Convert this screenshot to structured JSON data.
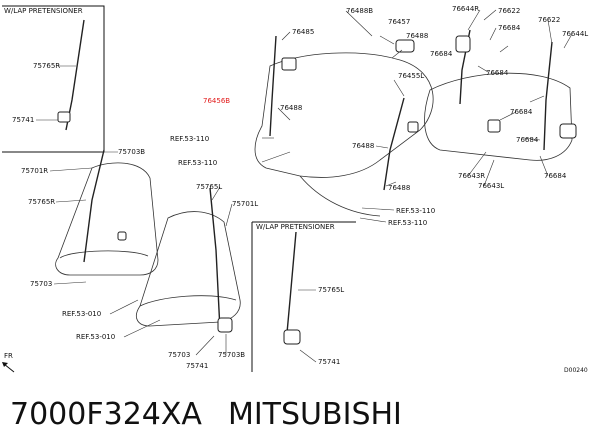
{
  "diagram": {
    "box_titles": [
      "W/LAP PRETENSIONER",
      "W/LAP PRETENSIONER"
    ],
    "part_labels": {
      "left_box_75765R": "75765R",
      "left_box_75741": "75741",
      "75703B_left": "75703B",
      "75701R": "75701R",
      "75765R_lower": "75765R",
      "75703_left": "75703",
      "ref_53_010_a": "REF.53-010",
      "ref_53_010_b": "REF.53-010",
      "75765L": "75765L",
      "75701L": "75701L",
      "75703_center": "75703",
      "75741_center": "75741",
      "75703B_center": "75703B",
      "box2_75765L": "75765L",
      "box2_75741": "75741",
      "76485": "76485",
      "highlighted": "76456B",
      "76488_mid": "76488",
      "ref_53_110_a": "REF.53-110",
      "ref_53_110_b": "REF.53-110",
      "76488B": "76488B",
      "76457": "76457",
      "76488_top": "76488",
      "76644R": "76644R",
      "76622_top": "76622",
      "76684_a": "76684",
      "76684_b": "76684",
      "76455L": "76455L",
      "76488_center": "76488",
      "76488_lower": "76488",
      "ref_53_110_c": "REF.53-110",
      "ref_53_110_d": "REF.53-110",
      "76622_right": "76622",
      "76644L": "76644L",
      "76684_c": "76684",
      "76684_d": "76684",
      "76684_e": "76684",
      "76643R": "76643R",
      "76643L": "76643L",
      "76684_f": "76684"
    },
    "fr_label": "FR",
    "drawing_code": "D00240"
  },
  "footer": {
    "part_number": "7000F324XA",
    "brand": "MITSUBISHI"
  }
}
